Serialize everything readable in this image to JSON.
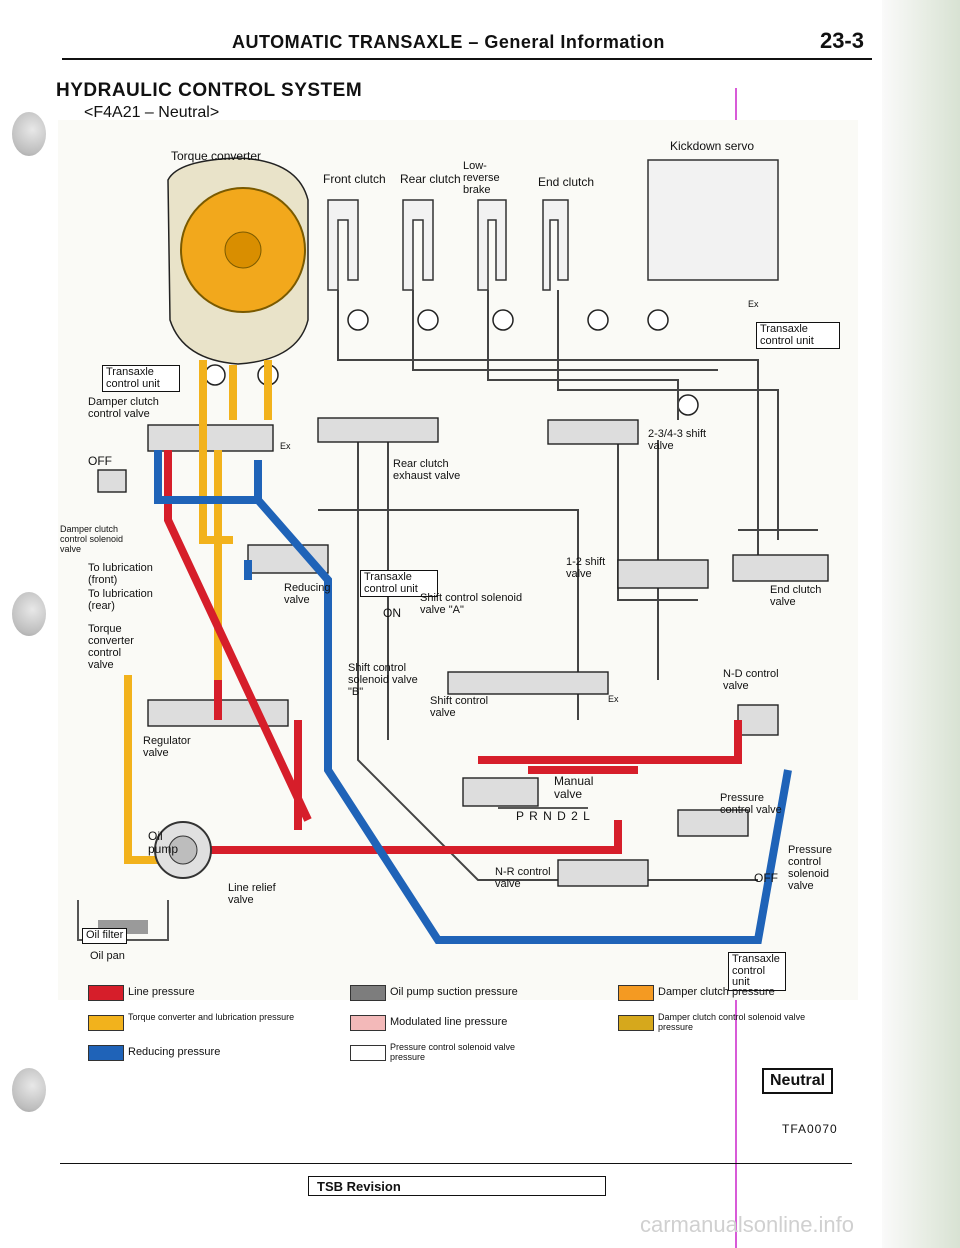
{
  "header": {
    "title": "AUTOMATIC TRANSAXLE – General Information",
    "page": "23-3"
  },
  "section": {
    "title": "HYDRAULIC CONTROL SYSTEM",
    "subtitle": "<F4A21 – Neutral>"
  },
  "labels": {
    "torque_converter": "Torque converter",
    "front_clutch": "Front clutch",
    "rear_clutch": "Rear clutch",
    "low_reverse_brake": "Low-reverse brake",
    "end_clutch": "End clutch",
    "kickdown_servo": "Kickdown servo",
    "tcu_right": "Transaxle control unit",
    "tcu_left": "Transaxle control unit",
    "damper_clutch_valve": "Damper clutch control valve",
    "off": "OFF",
    "damper_solenoid": "Damper clutch control solenoid valve",
    "lub_front": "To lubrication (front)",
    "lub_rear": "To lubrication (rear)",
    "torque_converter_valve": "Torque converter control valve",
    "regulator_valve": "Regulator valve",
    "oil_pump": "Oil pump",
    "line_relief": "Line relief valve",
    "oil_filter": "Oil filter",
    "oil_pan": "Oil pan",
    "reducing_valve": "Reducing valve",
    "rear_clutch_exhaust": "Rear clutch exhaust valve",
    "shift_valve_234": "2-3/4-3 shift valve",
    "shift_valve_12": "1-2 shift valve",
    "end_clutch_valve": "End clutch valve",
    "tcu_mid": "Transaxle control unit",
    "shift_solenoid_a": "Shift control solenoid valve \"A\"",
    "on": "ON",
    "shift_solenoid_b": "Shift control solenoid valve \"B\"",
    "shift_control_valve": "Shift control valve",
    "nd_control_valve": "N-D control valve",
    "manual_valve": "Manual valve",
    "prnd2l": "P R N D 2 L",
    "pressure_control_valve": "Pressure control valve",
    "pressure_control_solenoid": "Pressure control solenoid valve",
    "off2": "OFF",
    "nr_control_valve": "N-R control valve",
    "tcu_bottom": "Transaxle control unit",
    "ex": "Ex"
  },
  "legend": [
    {
      "color": "#d61e2a",
      "text": "Line pressure"
    },
    {
      "color": "#f2b21c",
      "text": "Torque converter and lubrication pressure"
    },
    {
      "color": "#1f63b8",
      "text": "Reducing pressure"
    },
    {
      "color": "#7d7d7d",
      "text": "Oil pump suction pressure"
    },
    {
      "color": "#f3b9b9",
      "text": "Modulated line pressure"
    },
    {
      "color": "#ffffff",
      "text": "Pressure control solenoid valve pressure"
    },
    {
      "color": "#f49a22",
      "text": "Damper clutch pressure"
    },
    {
      "color": "#d6a81c",
      "text": "Damper clutch control solenoid valve pressure"
    }
  ],
  "neutral": "Neutral",
  "code": "TFA0070",
  "footer": {
    "tsb": "TSB Revision"
  },
  "watermark": "carmanualsonline.info"
}
